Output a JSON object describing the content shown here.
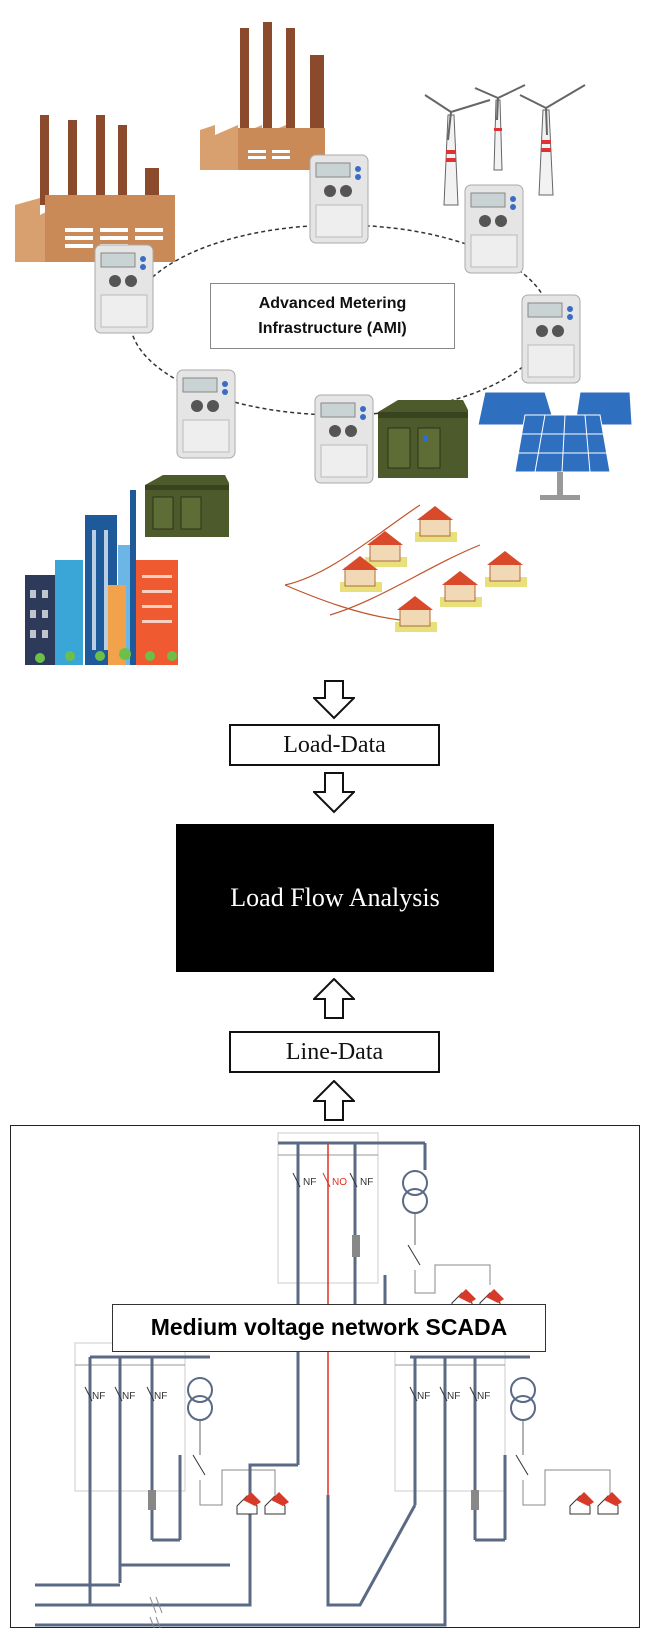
{
  "ami": {
    "line1": "Advanced Metering",
    "line2": "Infrastructure  (AMI)"
  },
  "flow": {
    "load_data": "Load-Data",
    "analysis": "Load Flow Analysis",
    "line_data": "Line-Data"
  },
  "scada": {
    "label": "Medium voltage network SCADA",
    "switch_nf": "NF",
    "switch_no": "NO"
  },
  "colors": {
    "cable": "#5a6a85",
    "open_switch": "#e03020",
    "house_roof": "#d83a2a",
    "solar_panel": "#2f6fc0",
    "kiosk": "#4d5a2c",
    "factory": "#b8734a"
  }
}
